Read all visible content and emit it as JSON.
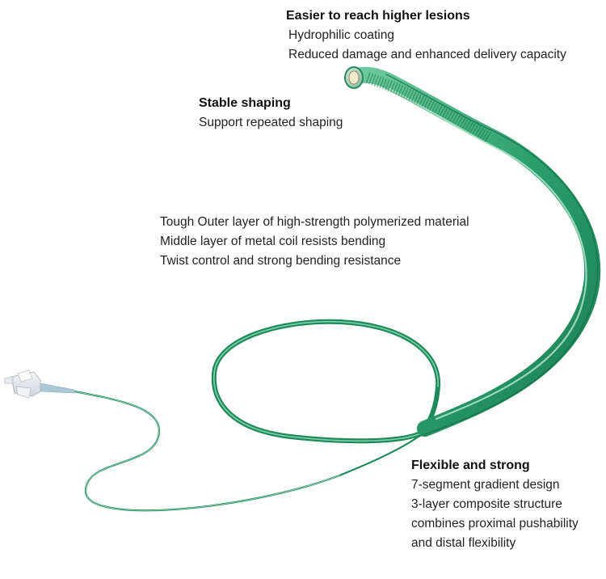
{
  "features": {
    "reach": {
      "heading": "Easier to reach higher lesions",
      "lines": [
        "Hydrophilic coating",
        "Reduced damage and enhanced delivery capacity"
      ]
    },
    "shaping": {
      "heading": "Stable shaping",
      "lines": [
        "Support repeated shaping"
      ]
    },
    "layers": {
      "lines": [
        "Tough Outer layer of high-strength polymerized material",
        "Middle layer of metal coil resists bending",
        "Twist control and strong bending resistance"
      ]
    },
    "flexible": {
      "heading": "Flexible and strong",
      "lines": [
        "7-segment gradient design",
        "3-layer composite structure",
        "combines proximal pushability",
        "and distal flexibility"
      ]
    }
  },
  "colors": {
    "tube_dark": "#1e8a5c",
    "tube_mid": "#2fa574",
    "tube_light": "#7fd1a8",
    "hub": "#e4e8ec",
    "hub_edge": "#aeb6be"
  },
  "icons": {
    "catheter": "catheter-illustration",
    "hub": "catheter-hub-icon",
    "tip": "catheter-tip-icon"
  }
}
